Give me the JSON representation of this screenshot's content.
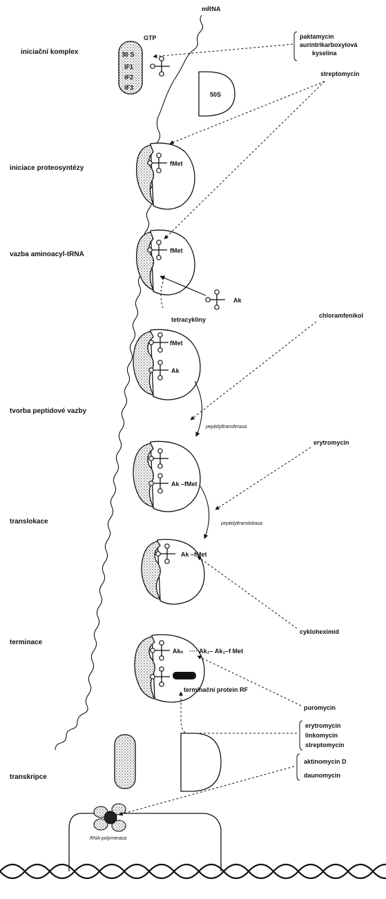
{
  "colors": {
    "ink": "#111111",
    "paper": "#ffffff",
    "stipple": "#555555"
  },
  "mrna_label": "mRNA",
  "stages": [
    "iniciační komplex",
    "iniciace proteosyntézy",
    "vazba aminoacyl-tRNA",
    "tvorba peptidové vazby",
    "translokace",
    "terminace",
    "transkripce"
  ],
  "complex": {
    "gtp": "GTP",
    "s30": "30 S",
    "if1": "IF1",
    "if2": "IF2",
    "if3": "IF3",
    "s50": "50S"
  },
  "antibiotics": {
    "group1": [
      "paktamycin",
      "aurintrikarboxylová",
      "kyselina"
    ],
    "streptomycin": "streptomycin",
    "tetracykliny": "tetracykliny",
    "chloramfenikol": "chloramfenikol",
    "erytromycin": "erytromycin",
    "cykloheximid": "cykloheximid",
    "puromycin": "puromycin",
    "group2": [
      "erytromycin",
      "linkomycin",
      "streptomycin"
    ],
    "group3": [
      "aktinomycin D",
      "daunomycin"
    ]
  },
  "molecules": {
    "fmet": "fMet",
    "ak": "Ak",
    "ak_fmet": "Ak –fMet",
    "ak_n": "Akₙ",
    "chain_rest": "···· Ak₂– Ak₁–f Met",
    "rf": "terminační protein RF"
  },
  "enzymes": {
    "peptidyltransferase": "peptidyltransferasa",
    "peptidyltranslokase": "peptidyltranslokasa",
    "rna_polymerase": "RNA-polymerasa"
  }
}
